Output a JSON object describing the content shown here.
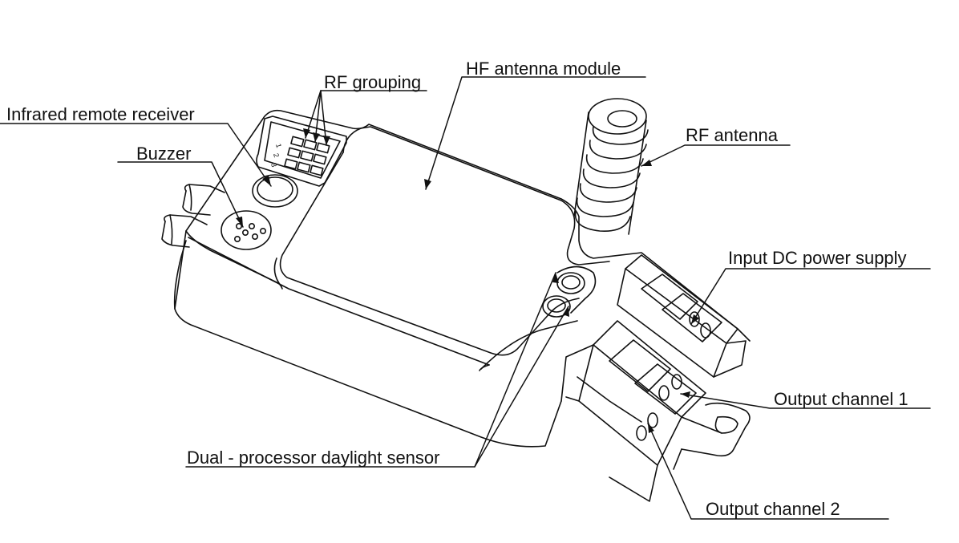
{
  "colors": {
    "ink": "#111111",
    "background": "#ffffff"
  },
  "switch_numbers": [
    "1",
    "2",
    "3"
  ],
  "labels": {
    "rf_grouping": "RF grouping",
    "hf_antenna_module": "HF antenna module",
    "infrared_remote_receiver": "Infrared remote receiver",
    "buzzer": "Buzzer",
    "rf_antenna": "RF antenna",
    "input_dc_power_supply": "Input DC power supply",
    "output_channel_1": "Output channel 1",
    "dual_processor_daylight_sensor": "Dual - processor daylight sensor",
    "output_channel_2": "Output channel 2"
  }
}
